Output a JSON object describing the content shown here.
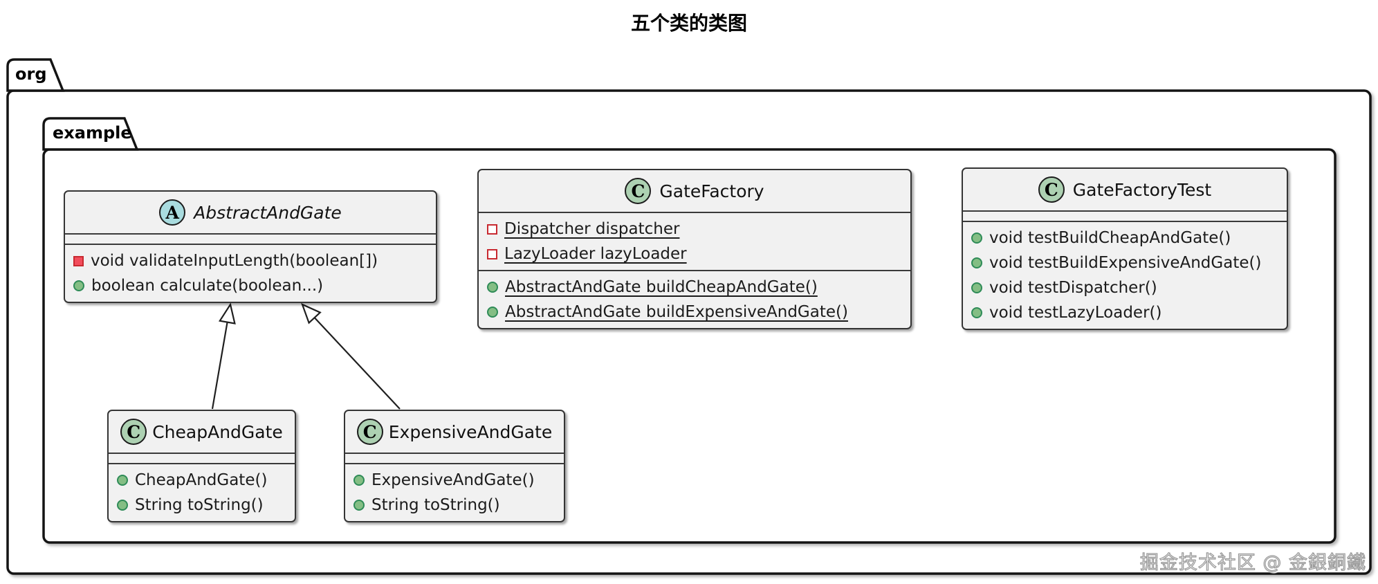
{
  "title": "五个类的类图",
  "outer_package": {
    "name": "org"
  },
  "inner_package": {
    "name": "example"
  },
  "watermark": "掘金技术社区 @ 金銀銅鐵",
  "classes": {
    "abstractAndGate": {
      "stereotype_letter": "A",
      "stereotype": "abstract class",
      "name": "AbstractAndGate",
      "fields": [],
      "methods": [
        {
          "visibility": "private",
          "static": false,
          "text": "void validateInputLength(boolean[])"
        },
        {
          "visibility": "public",
          "static": false,
          "text": "boolean calculate(boolean...)"
        }
      ]
    },
    "gateFactory": {
      "stereotype_letter": "C",
      "stereotype": "class",
      "name": "GateFactory",
      "fields": [
        {
          "visibility": "private",
          "static": true,
          "text": "Dispatcher dispatcher"
        },
        {
          "visibility": "private",
          "static": true,
          "text": "LazyLoader lazyLoader"
        }
      ],
      "methods": [
        {
          "visibility": "public",
          "static": true,
          "text": "AbstractAndGate buildCheapAndGate()"
        },
        {
          "visibility": "public",
          "static": true,
          "text": "AbstractAndGate buildExpensiveAndGate()"
        }
      ]
    },
    "gateFactoryTest": {
      "stereotype_letter": "C",
      "stereotype": "class",
      "name": "GateFactoryTest",
      "fields": [],
      "methods": [
        {
          "visibility": "public",
          "static": false,
          "text": "void testBuildCheapAndGate()"
        },
        {
          "visibility": "public",
          "static": false,
          "text": "void testBuildExpensiveAndGate()"
        },
        {
          "visibility": "public",
          "static": false,
          "text": "void testDispatcher()"
        },
        {
          "visibility": "public",
          "static": false,
          "text": "void testLazyLoader()"
        }
      ]
    },
    "cheapAndGate": {
      "stereotype_letter": "C",
      "stereotype": "class",
      "name": "CheapAndGate",
      "fields": [],
      "methods": [
        {
          "visibility": "public",
          "static": false,
          "text": "CheapAndGate()"
        },
        {
          "visibility": "public",
          "static": false,
          "text": "String toString()"
        }
      ]
    },
    "expensiveAndGate": {
      "stereotype_letter": "C",
      "stereotype": "class",
      "name": "ExpensiveAndGate",
      "fields": [],
      "methods": [
        {
          "visibility": "public",
          "static": false,
          "text": "ExpensiveAndGate()"
        },
        {
          "visibility": "public",
          "static": false,
          "text": "String toString()"
        }
      ]
    }
  },
  "relations": [
    {
      "from": "CheapAndGate",
      "to": "AbstractAndGate",
      "type": "generalization"
    },
    {
      "from": "ExpensiveAndGate",
      "to": "AbstractAndGate",
      "type": "generalization"
    }
  ],
  "colors": {
    "class_circle": "#ADD1B2",
    "abstract_circle": "#A9DCDF",
    "box_fill": "#F1F1F1",
    "private_red_border": "#C82930",
    "private_red_fill": "#F24D5C",
    "public_green_border": "#2E8B57",
    "public_green_fill": "#84BE84"
  }
}
